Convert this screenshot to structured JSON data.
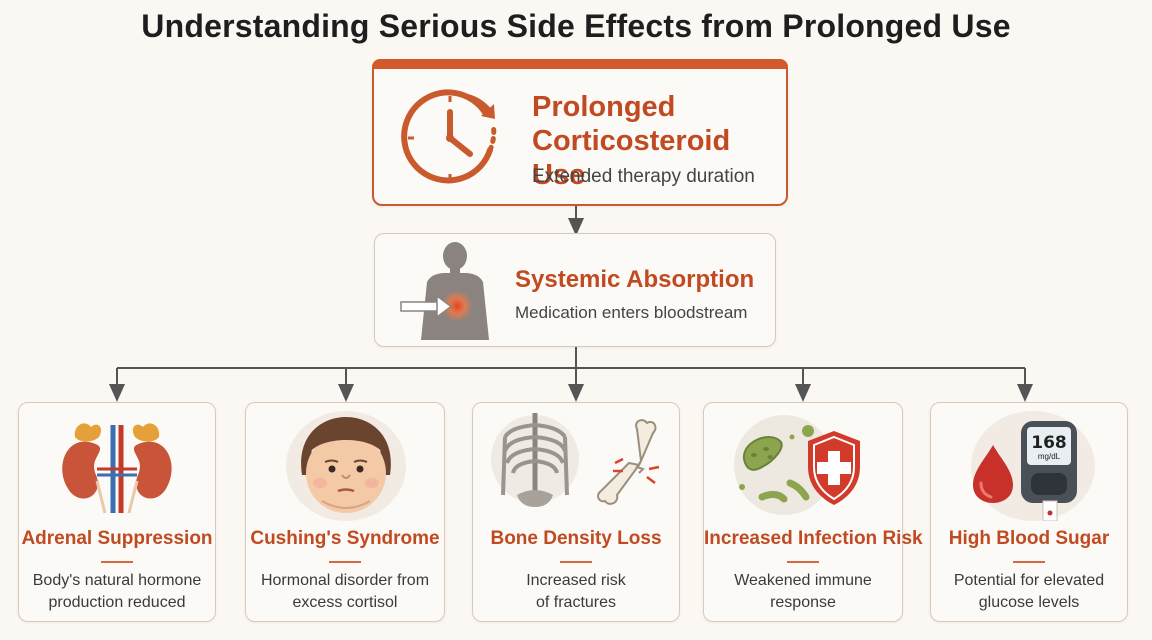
{
  "title": "Understanding Serious Side Effects from Prolonged Use",
  "top": {
    "title_line1": "Prolonged",
    "title_line2": "Corticosteroid Use",
    "subtitle": "Extended therapy duration",
    "icon": "clock-icon"
  },
  "middle": {
    "title": "Systemic Absorption",
    "subtitle": "Medication enters bloodstream",
    "icon": "body-absorption-icon"
  },
  "effects": [
    {
      "title": "Adrenal Suppression",
      "line1": "Body's natural hormone",
      "line2": "production reduced",
      "icon": "kidneys-adrenal-icon"
    },
    {
      "title": "Cushing's Syndrome",
      "line1": "Hormonal disorder from",
      "line2": "excess cortisol",
      "icon": "round-face-icon"
    },
    {
      "title": "Bone Density Loss",
      "line1": "Increased risk",
      "line2": "of fractures",
      "icon": "skeleton-bone-icon"
    },
    {
      "title": "Increased Infection Risk",
      "line1": "Weakened immune",
      "line2": "response",
      "icon": "bacteria-shield-icon"
    },
    {
      "title": "High Blood Sugar",
      "line1": "Potential for elevated",
      "line2": "glucose levels",
      "icon": "glucose-meter-icon",
      "meter_value": "168",
      "meter_unit": "mg/dL"
    }
  ],
  "colors": {
    "accent": "#c04a22",
    "border": "#dcc8b4",
    "arrow": "#555555"
  }
}
